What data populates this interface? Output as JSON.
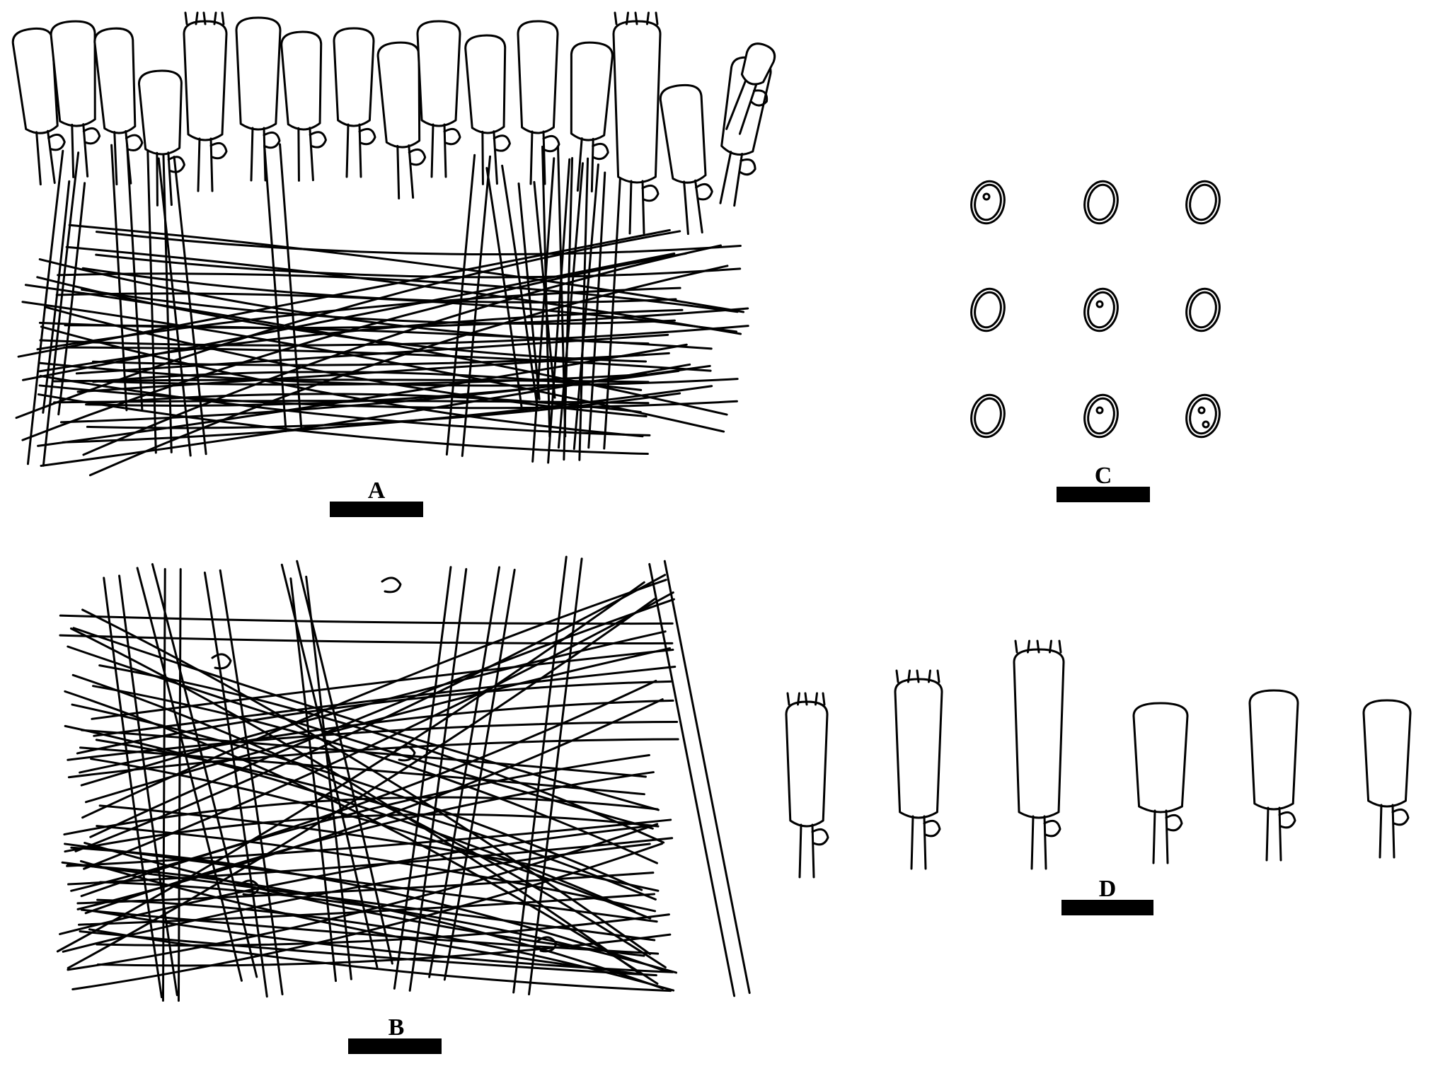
{
  "panels": [
    {
      "id": "A",
      "label": "A"
    },
    {
      "id": "B",
      "label": "B"
    },
    {
      "id": "C",
      "label": "C"
    },
    {
      "id": "D",
      "label": "D"
    }
  ],
  "colors": {
    "ink": "#000000",
    "background": "#ffffff"
  }
}
